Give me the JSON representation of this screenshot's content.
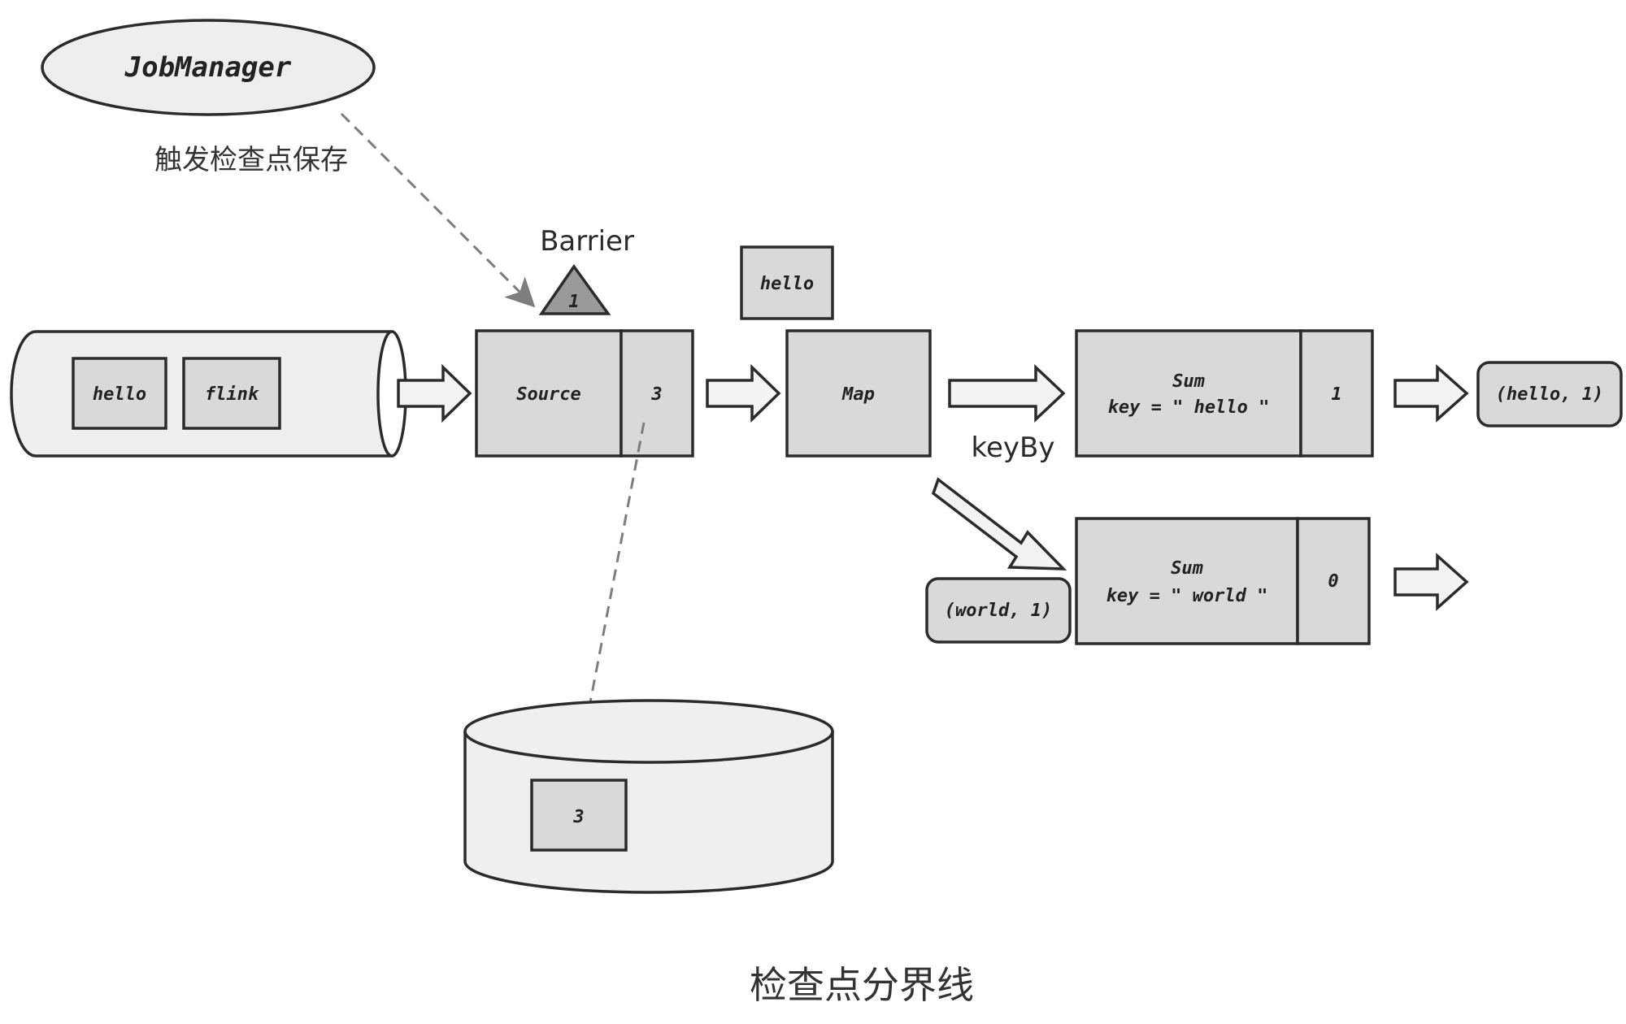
{
  "job_manager": {
    "label": "JobManager",
    "trigger_label": "触发检查点保存"
  },
  "barrier": {
    "label": "Barrier",
    "value": "1"
  },
  "input_queue": {
    "items": [
      "hello",
      "flink"
    ]
  },
  "source": {
    "label": "Source",
    "offset": "3"
  },
  "in_flight_record": "hello",
  "map": {
    "label": "Map"
  },
  "keyby_label": "keyBy",
  "sum_hello": {
    "title": "Sum",
    "key_text": "key = \" hello \"",
    "state": "1",
    "output": "(hello, 1)"
  },
  "sum_world": {
    "title": "Sum",
    "key_text": "key = \" world \"",
    "state": "0",
    "incoming": "(world, 1)"
  },
  "checkpoint_storage": {
    "saved_offset": "3"
  },
  "caption": "检查点分界线"
}
